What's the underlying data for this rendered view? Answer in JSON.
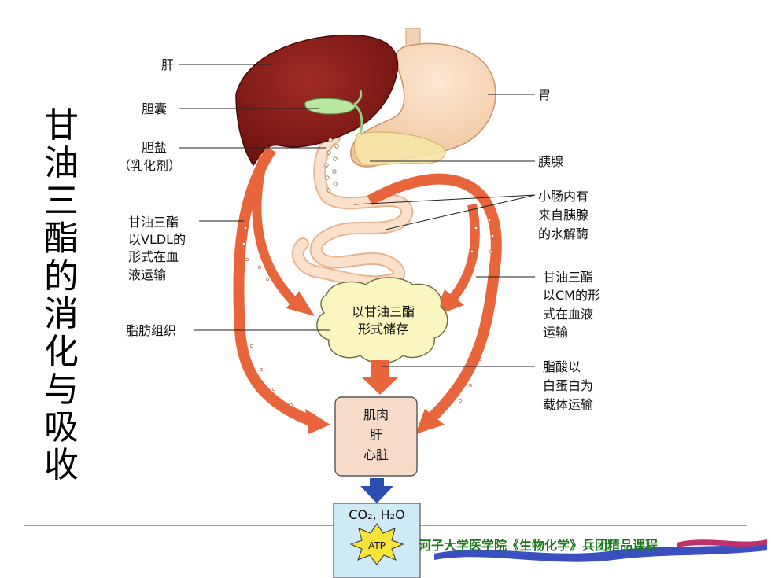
{
  "title_chars": [
    "甘",
    "油",
    "三",
    "酯",
    "的",
    "消",
    "化",
    "与",
    "吸",
    "收"
  ],
  "labels": {
    "liver": "肝",
    "gallbladder": "胆囊",
    "bile_salt": "胆盐",
    "emulsifier": "（乳化剂）",
    "vldl_1": "甘油三酯",
    "vldl_2": "以VLDL的",
    "vldl_3": "形式在血",
    "vldl_4": "液运输",
    "adipose": "脂肪组织",
    "stomach": "胃",
    "pancreas": "胰腺",
    "enzyme_1": "小肠内有",
    "enzyme_2": "来自胰腺",
    "enzyme_3": "的水解酶",
    "cm_1": "甘油三酯",
    "cm_2": "以CM的形",
    "cm_3": "式在血液",
    "cm_4": "运输",
    "fa_1": "脂酸以",
    "fa_2": "白蛋白为",
    "fa_3": "载体运输"
  },
  "storage_box": {
    "line1": "以甘油三酯",
    "line2": "形式储存"
  },
  "tissue_box": {
    "line1": "肌肉",
    "line2": "肝",
    "line3": "心脏"
  },
  "atp_box": {
    "products": "CO₂, H₂O",
    "atp": "ATP"
  },
  "footer": "河子大学医学院《生物化学》兵团精品课程",
  "colors": {
    "liver": "#8b1a1a",
    "arrow": "#e8643a",
    "gallbladder": "#b9e6a0",
    "storage": "#fbf5c0",
    "tissue": "#f6dcc8",
    "blue_arrow": "#2b4fb0",
    "footer": "#1a7a1a"
  }
}
